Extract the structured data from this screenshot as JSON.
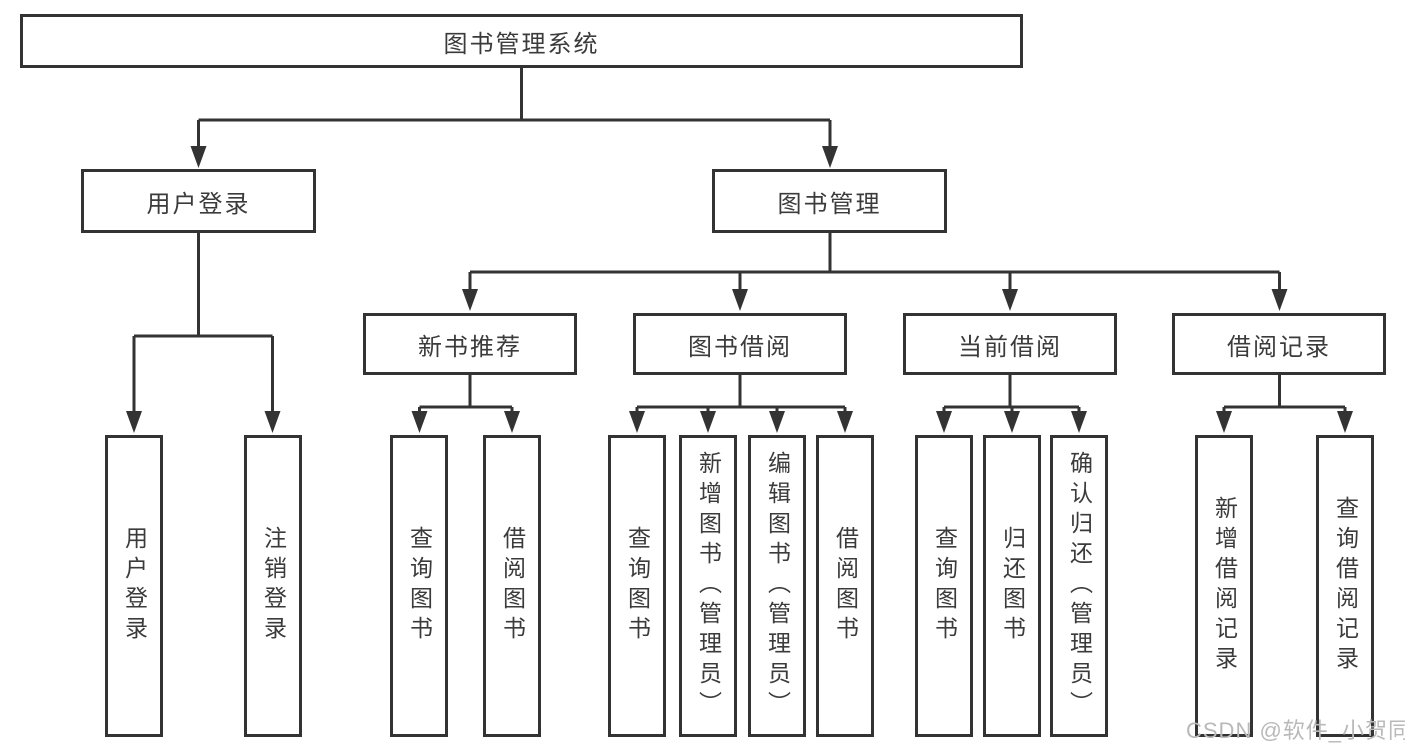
{
  "diagram": {
    "root": "图书管理系统",
    "branches": [
      {
        "label": "用户登录",
        "children": [
          "用户登录",
          "注销登录"
        ]
      },
      {
        "label": "图书管理",
        "groups": [
          {
            "label": "新书推荐",
            "children": [
              "查询图书",
              "借阅图书"
            ]
          },
          {
            "label": "图书借阅",
            "children": [
              "查询图书",
              "新增图书（管理员）",
              "编辑图书（管理员）",
              "借阅图书"
            ]
          },
          {
            "label": "当前借阅",
            "children": [
              "查询图书",
              "归还图书",
              "确认归还（管理员）"
            ]
          },
          {
            "label": "借阅记录",
            "children": [
              "新增借阅记录",
              "查询借阅记录"
            ]
          }
        ]
      }
    ],
    "colors": {
      "line": "#333333",
      "text": "#3b3b3b",
      "box_background": "#ffffff",
      "watermark": "#b9b9b9"
    }
  },
  "watermark": "CSDN @软件_小贺同学"
}
